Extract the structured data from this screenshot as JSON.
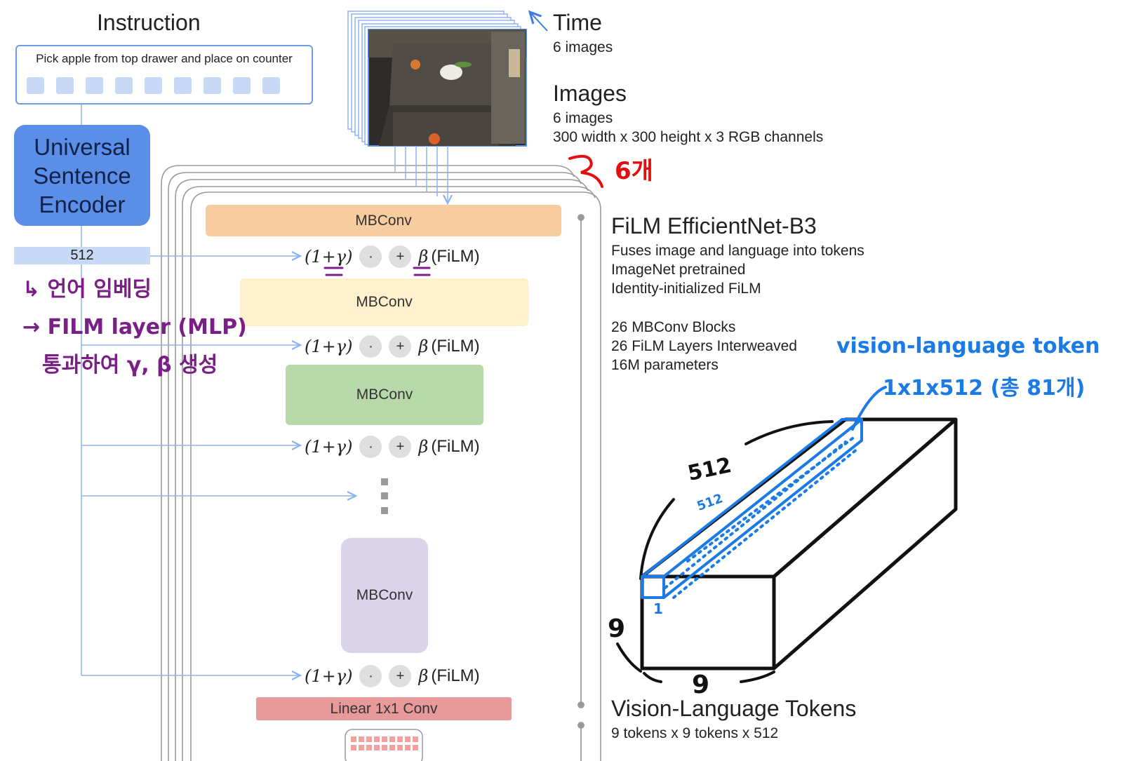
{
  "instruction": {
    "heading": "Instruction",
    "text": "Pick apple from top drawer and place on counter",
    "token_count": 9
  },
  "encoder": {
    "label_lines": [
      "Universal",
      "Sentence",
      "Encoder"
    ],
    "embedding_dim": "512"
  },
  "time": {
    "title": "Time",
    "detail": "6 images"
  },
  "images": {
    "title": "Images",
    "detail1": "6 images",
    "detail2": "300 width x 300 height x 3 RGB channels"
  },
  "film_net": {
    "title": "FiLM EfficientNet-B3",
    "desc": [
      "Fuses image and language into tokens",
      "ImageNet pretrained",
      "Identity-initialized FiLM"
    ],
    "stats": [
      "26 MBConv Blocks",
      "26 FiLM Layers Interweaved",
      "16M parameters"
    ]
  },
  "blocks": {
    "mbconv_label": "MBConv",
    "film_expr": "(1+γ)",
    "dot": "·",
    "plus": "+",
    "beta": "β",
    "film_tag": "(FiLM)",
    "final_conv": "Linear 1x1 Conv"
  },
  "output": {
    "title": "Vision-Language Tokens",
    "detail": "9 tokens x 9 tokens x 512"
  },
  "annotations": {
    "red_note": "6개",
    "purple_note": [
      "↳ 언어 임베딩",
      "→ FILM layer (MLP)",
      "통과하여 γ, β 생성"
    ],
    "blue_note_title": "vision-language token",
    "blue_note_size": "1x1x512 (총 81개)",
    "cube_labels": {
      "depth": "512",
      "inner_depth": "512",
      "height": "9",
      "width": "9",
      "unit": "1"
    }
  },
  "colors": {
    "mbconv1": "#f7cda0",
    "mbconv2": "#fdf0cc",
    "mbconv3": "#b7d8a8",
    "mbconv4": "#dad3ea",
    "linear": "#e89a9a",
    "encoder": "#5b8ee6",
    "token": "#c8d9f6",
    "red_ink": "#e01010",
    "purple_ink": "#7a1f85",
    "blue_ink": "#1a7ae6"
  }
}
